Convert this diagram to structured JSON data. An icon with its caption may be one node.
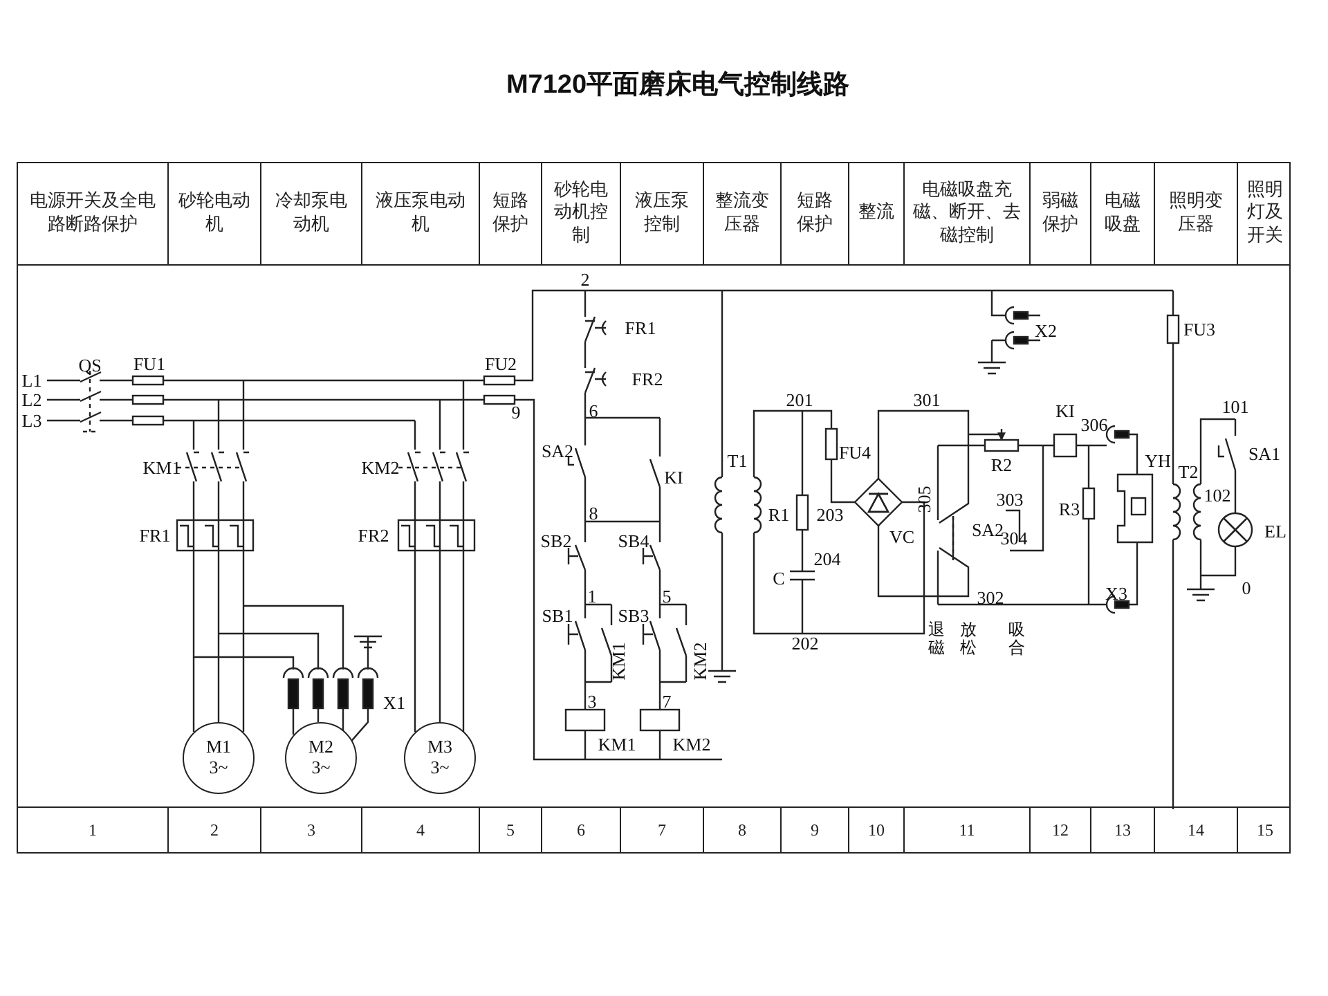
{
  "diagram": {
    "title": "M7120平面磨床电气控制线路",
    "nodes": [
      {
        "text": [
          "M1",
          "3~"
        ]
      },
      {
        "text": [
          "M2",
          "3~"
        ]
      },
      {
        "text": [
          "M3",
          "3~"
        ]
      }
    ],
    "labels": [
      "电源开关及全电路断路保护",
      "砂轮电动机",
      "冷却泵电动机",
      "液压泵电动机",
      "短路保护",
      "砂轮电动机控制",
      "液压泵控制",
      "整流变压器",
      "短路保护",
      "整流",
      "电磁吸盘充磁、断开、去磁控制",
      "弱磁保护",
      "电磁吸盘",
      "照明变压器",
      "照明灯及开关",
      "QS",
      "FU1",
      "FU2",
      "L1",
      "L2",
      "L3",
      "9",
      "2",
      "FR1",
      "FR2",
      "X2",
      "FU3",
      "6",
      "201",
      "301",
      "101",
      "KM1",
      "KM2",
      "SA2",
      "KI",
      "T1",
      "FU4",
      "R2",
      "KI",
      "306",
      "YH",
      "T2",
      "SA1",
      "305",
      "8",
      "R1",
      "203",
      "303",
      "R3",
      "102",
      "FR1",
      "FR2",
      "SB2",
      "SB4",
      "VC",
      "SA2",
      "304",
      "EL",
      "204",
      "C",
      "1",
      "5",
      "SB1",
      "SB3",
      "302",
      "X3",
      "0",
      "KM1",
      "KM2",
      "退磁",
      "放松",
      "吸合",
      "202",
      "X1",
      "3",
      "7",
      "KM1",
      "KM2",
      "1",
      "2",
      "3",
      "4",
      "5",
      "6",
      "7",
      "8",
      "9",
      "10",
      "11",
      "12",
      "13",
      "14",
      "15"
    ]
  }
}
